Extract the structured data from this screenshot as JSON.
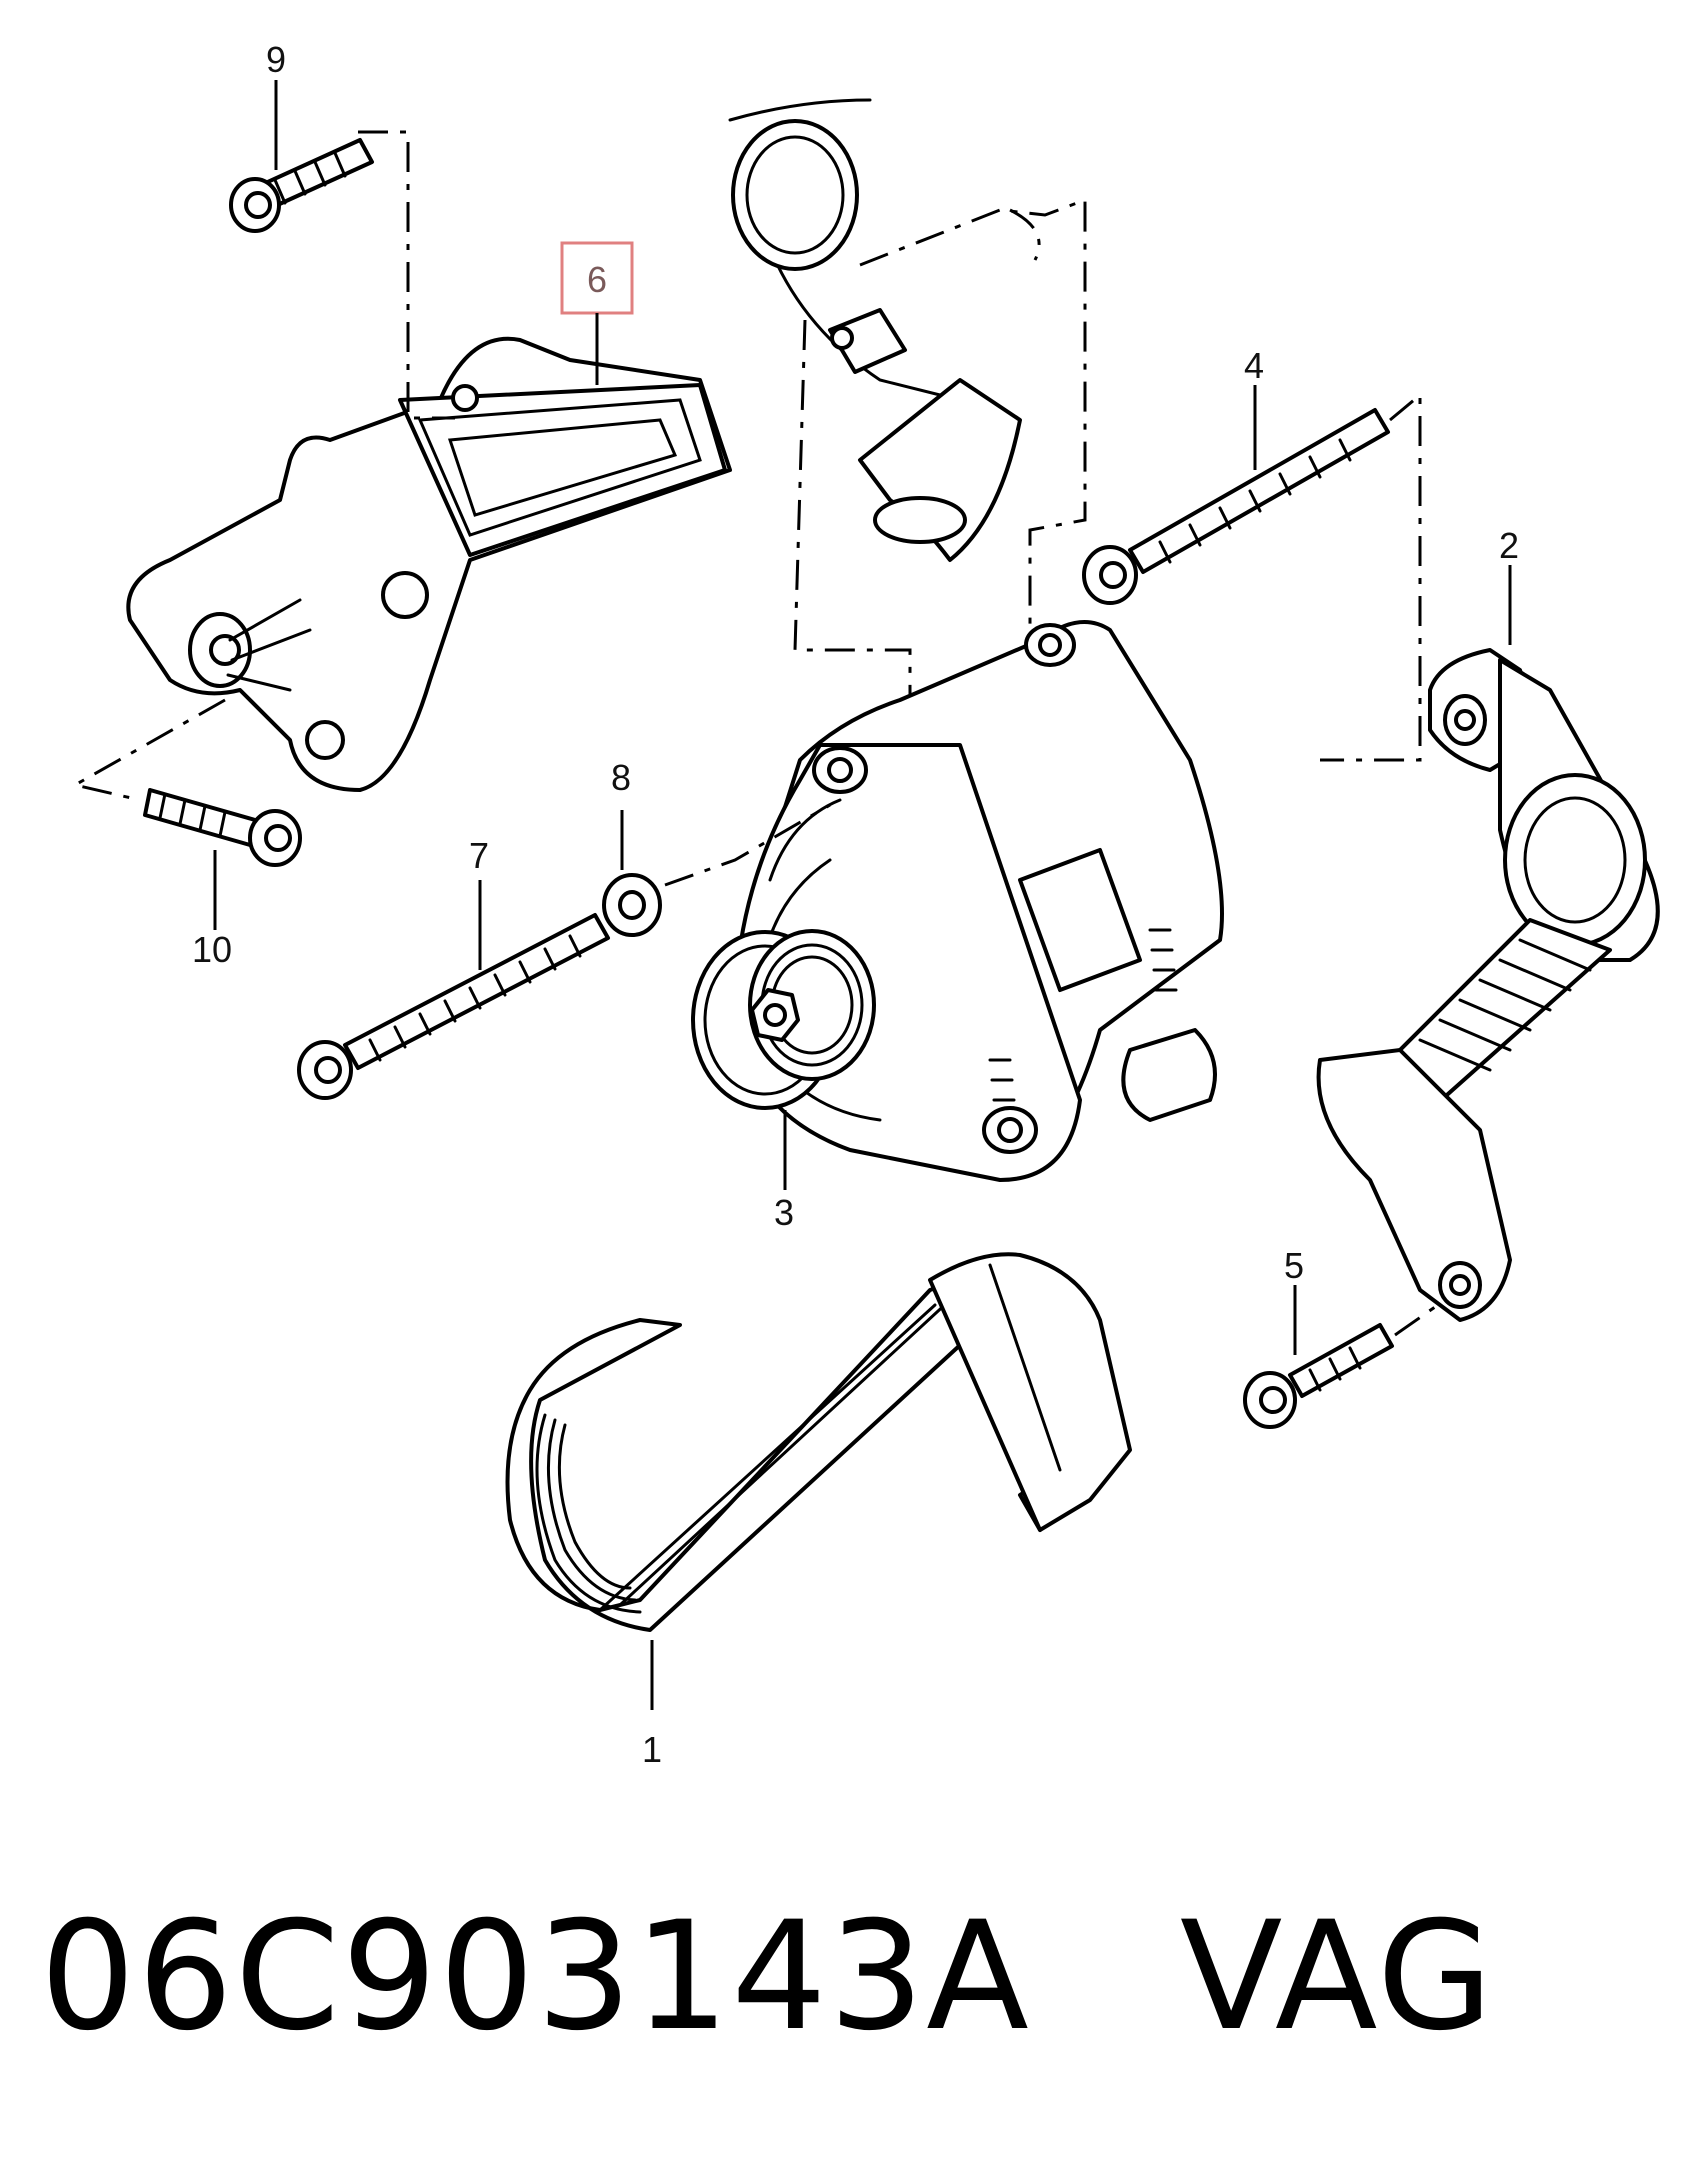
{
  "diagram": {
    "callouts": {
      "c1": "1",
      "c2": "2",
      "c3": "3",
      "c4": "4",
      "c5": "5",
      "c6": "6",
      "c7": "7",
      "c8": "8",
      "c9": "9",
      "c10": "10"
    },
    "highlight_color": "#e08080"
  },
  "caption": {
    "part_number": "06C903143A",
    "brand": "VAG"
  }
}
